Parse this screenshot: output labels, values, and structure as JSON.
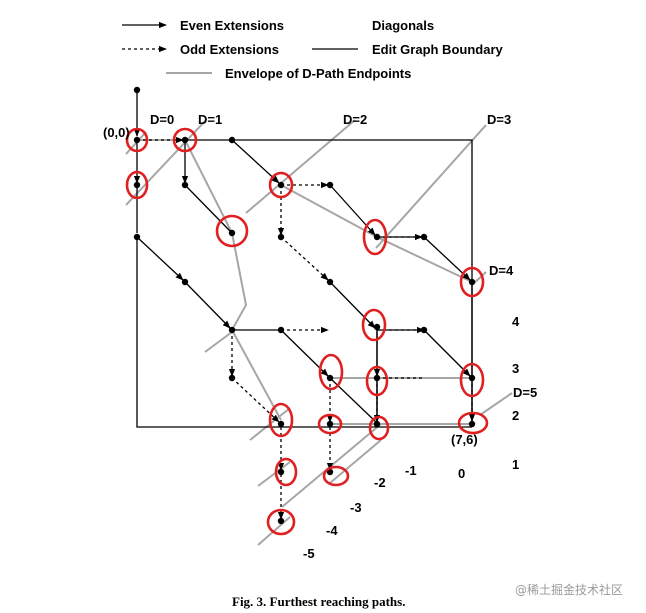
{
  "legend": {
    "even": "Even Extensions",
    "odd": "Odd Extensions",
    "diagonals": "Diagonals",
    "boundary": "Edit Graph Boundary",
    "envelope": "Envelope of D-Path Endpoints"
  },
  "labels": {
    "origin": "(0,0)",
    "end": "(7,6)",
    "d0": "D=0",
    "d1": "D=1",
    "d2": "D=2",
    "d3": "D=3",
    "d4": "D=4",
    "d5": "D=5"
  },
  "diagonal_labels": {
    "k4": "4",
    "k3": "3",
    "k2": "2",
    "k1": "1",
    "k0": "0",
    "km1": "-1",
    "km2": "-2",
    "km3": "-3",
    "km4": "-4",
    "km5": "-5"
  },
  "caption": "Fig. 3. Furthest reaching paths.",
  "watermark": "@稀土掘金技术社区",
  "colors": {
    "ink": "#000000",
    "envelope": "#a6a6a6",
    "highlight": "#e02020"
  }
}
